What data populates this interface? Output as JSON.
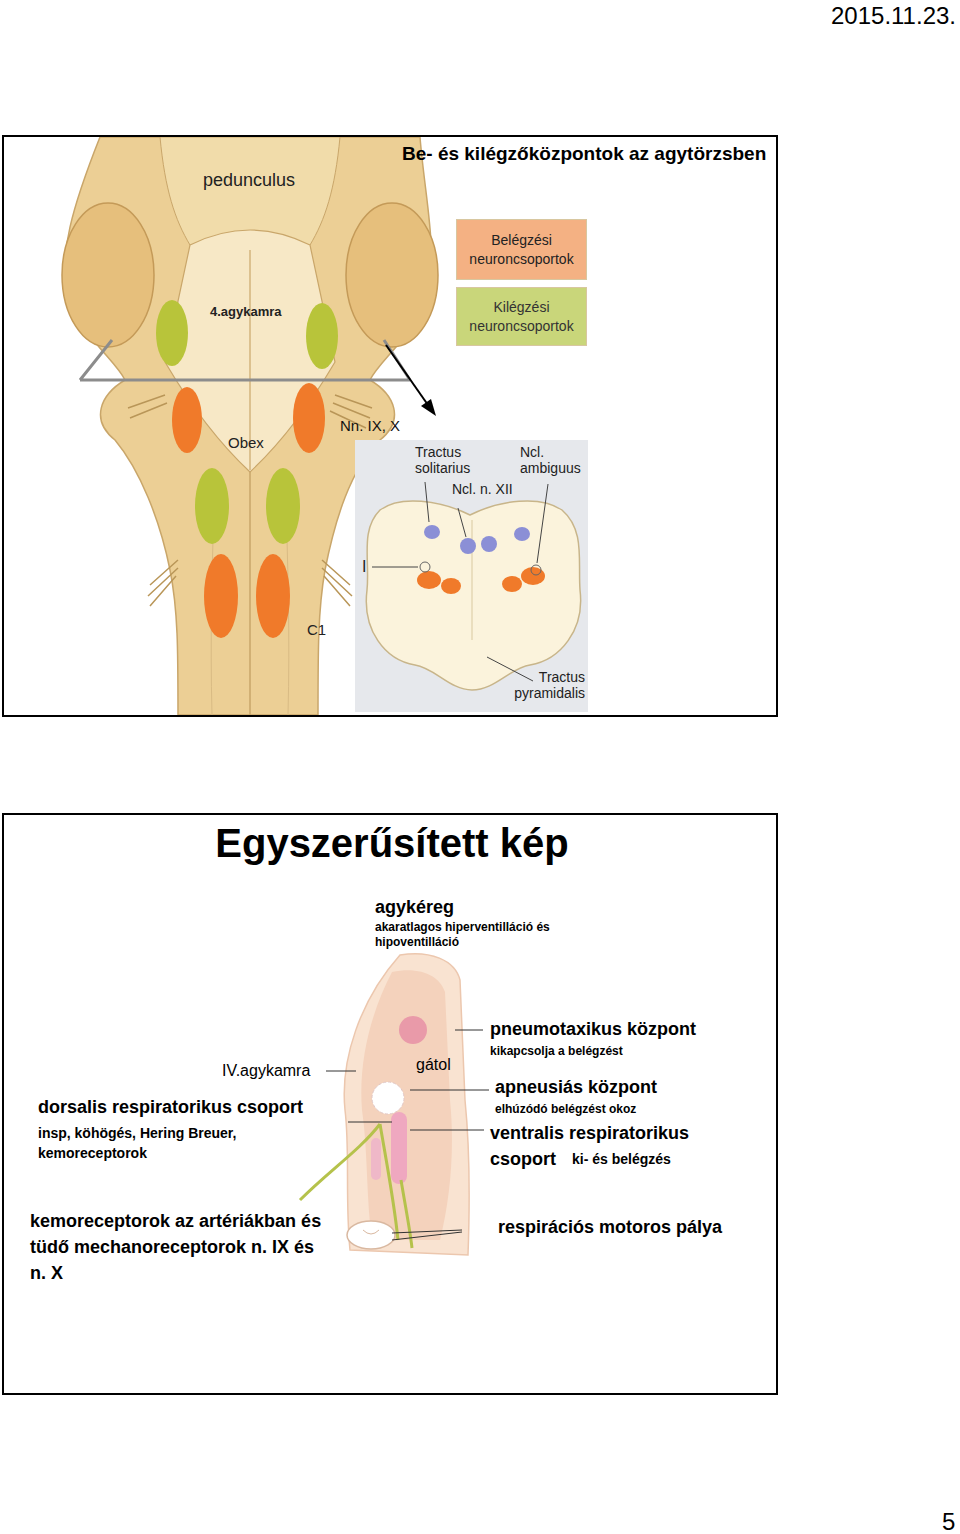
{
  "diagram": {
    "nodes": [
      {
        "text": [
          "Be- és kilégzőközpontok az agytörzsben"
        ]
      },
      {
        "text": [
          "Egyszerűsített kép"
        ]
      }
    ],
    "labels": [
      "2015.11.23.",
      "pedunculus",
      "4.agykamra",
      "Obex",
      "Nn. IX, X",
      "Tractus solitarius",
      "Ncl. ambiguus",
      "Ncl. n. XII",
      "I",
      "C1",
      "Tractus pyramidalis",
      "agykéreg",
      "akaratlagos hiperventilláció és hipoventilláció",
      "IV.agykamra",
      "gátol",
      "pneumotaxikus központ",
      "kikapcsolja a belégzést",
      "apneusiás központ",
      "elhúzódó belégzést okoz",
      "dorsalis respiratorikus csoport",
      "insp, köhögés, Hering Breuer, kemoreceptorok",
      "ventralis respiratorikus csoport",
      "ki- és belégzés",
      "kemoreceptorok az artériákban és tüdő mechanoreceptorok n. IX és n. X",
      "respirációs motoros pálya",
      "5"
    ],
    "legend": [
      {
        "text": "Belégzési neuroncsoportok",
        "color": "#f4b183"
      },
      {
        "text": "Kilégzési neuroncsoportok",
        "color": "#c9d67a"
      }
    ]
  }
}
